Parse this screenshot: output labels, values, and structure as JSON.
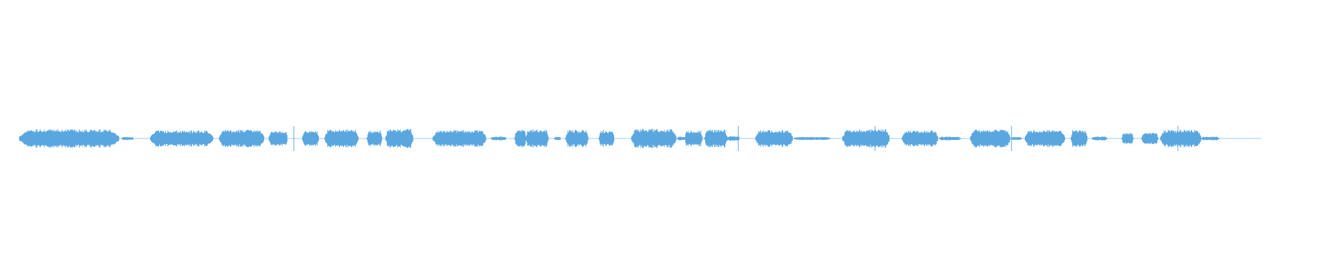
{
  "waveform": {
    "color": "#5aa7e0",
    "segments": [
      {
        "start": 0.0,
        "end": 0.0802,
        "amp": 0.48
      },
      {
        "start": 0.0825,
        "end": 0.092,
        "amp": 0.08
      },
      {
        "start": 0.1055,
        "end": 0.156,
        "amp": 0.42
      },
      {
        "start": 0.161,
        "end": 0.197,
        "amp": 0.46
      },
      {
        "start": 0.201,
        "end": 0.216,
        "amp": 0.4
      },
      {
        "start": 0.228,
        "end": 0.241,
        "amp": 0.4
      },
      {
        "start": 0.246,
        "end": 0.273,
        "amp": 0.48
      },
      {
        "start": 0.28,
        "end": 0.292,
        "amp": 0.4
      },
      {
        "start": 0.295,
        "end": 0.317,
        "amp": 0.5
      },
      {
        "start": 0.333,
        "end": 0.376,
        "amp": 0.44
      },
      {
        "start": 0.38,
        "end": 0.392,
        "amp": 0.1
      },
      {
        "start": 0.399,
        "end": 0.408,
        "amp": 0.45
      },
      {
        "start": 0.408,
        "end": 0.426,
        "amp": 0.46
      },
      {
        "start": 0.431,
        "end": 0.436,
        "amp": 0.1
      },
      {
        "start": 0.44,
        "end": 0.458,
        "amp": 0.45
      },
      {
        "start": 0.467,
        "end": 0.479,
        "amp": 0.42
      },
      {
        "start": 0.493,
        "end": 0.529,
        "amp": 0.5
      },
      {
        "start": 0.53,
        "end": 0.542,
        "amp": 0.1
      },
      {
        "start": 0.536,
        "end": 0.55,
        "amp": 0.42
      },
      {
        "start": 0.552,
        "end": 0.57,
        "amp": 0.46
      },
      {
        "start": 0.57,
        "end": 0.58,
        "amp": 0.12
      },
      {
        "start": 0.593,
        "end": 0.623,
        "amp": 0.44
      },
      {
        "start": 0.624,
        "end": 0.653,
        "amp": 0.08
      },
      {
        "start": 0.663,
        "end": 0.701,
        "amp": 0.48
      },
      {
        "start": 0.711,
        "end": 0.74,
        "amp": 0.42
      },
      {
        "start": 0.741,
        "end": 0.758,
        "amp": 0.1
      },
      {
        "start": 0.766,
        "end": 0.798,
        "amp": 0.46
      },
      {
        "start": 0.799,
        "end": 0.807,
        "amp": 0.08
      },
      {
        "start": 0.81,
        "end": 0.842,
        "amp": 0.44
      },
      {
        "start": 0.847,
        "end": 0.86,
        "amp": 0.44
      },
      {
        "start": 0.864,
        "end": 0.876,
        "amp": 0.1
      },
      {
        "start": 0.888,
        "end": 0.897,
        "amp": 0.3
      },
      {
        "start": 0.904,
        "end": 0.917,
        "amp": 0.3
      },
      {
        "start": 0.919,
        "end": 0.952,
        "amp": 0.46
      },
      {
        "start": 0.952,
        "end": 0.966,
        "amp": 0.1
      }
    ],
    "spikes": [
      0.221,
      0.579,
      0.689,
      0.799,
      0.933
    ]
  }
}
